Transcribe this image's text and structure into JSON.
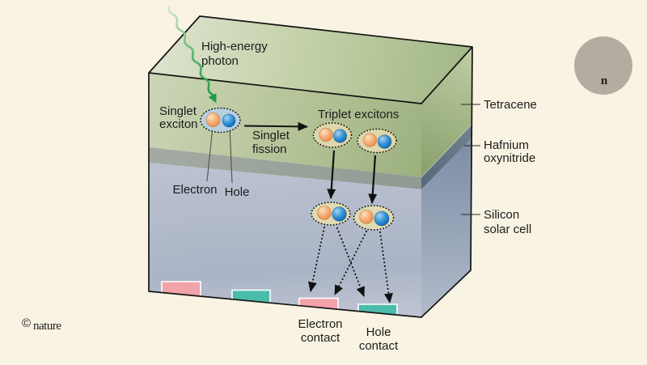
{
  "background_color": "#f9f3e3",
  "branding": {
    "logo_glyph": "n",
    "logo_circle_color": "#b3aca1",
    "copyright_symbol": "©",
    "copyright_text": "nature",
    "copyright_color": "#a59e92"
  },
  "diagram": {
    "annotations": {
      "photon": {
        "line1": "High-energy",
        "line2": "photon"
      },
      "singlet_exciton": {
        "line1": "Singlet",
        "line2": "exciton"
      },
      "singlet_fission": {
        "line1": "Singlet",
        "line2": "fission"
      },
      "triplet_excitons": "Triplet excitons",
      "electron": "Electron",
      "hole": "Hole"
    },
    "layers": {
      "tetracene": "Tetracene",
      "hafnium": {
        "line1": "Hafnium",
        "line2": "oxynitride"
      },
      "silicon": {
        "line1": "Silicon",
        "line2": "solar cell"
      }
    },
    "contacts": {
      "electron_contact": {
        "line1": "Electron",
        "line2": "contact"
      },
      "hole_contact": {
        "line1": "Hole",
        "line2": "contact"
      }
    },
    "colors": {
      "tetracene_top": "#c9d4af",
      "tetracene_front": "#b0bf92",
      "hafnium_front": "#9aa29b",
      "silicon_front": "#b4bccb",
      "electron_contact_color": "#f2a2a9",
      "hole_contact_color": "#4bbcab",
      "photon_arrow_color": "#2ba04a",
      "singlet_exciton_fill": "#b9d0df",
      "triplet_exciton_fill": "#ded7ab",
      "electron_ball_color": "#ef9355",
      "hole_ball_color": "#1272bd"
    }
  }
}
